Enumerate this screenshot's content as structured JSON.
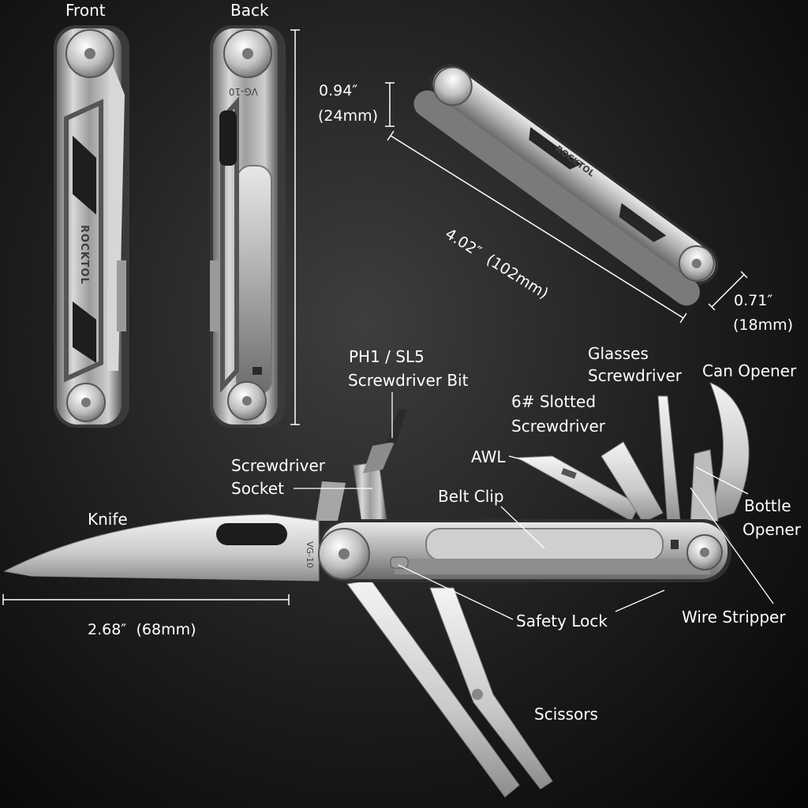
{
  "view_labels": {
    "front": "Front",
    "back": "Back"
  },
  "engravings": {
    "brand_vertical": "ROCKTOL",
    "brand_angled": "ROCKTOL",
    "steel_back": "VG-10",
    "steel_knife": "VG-10"
  },
  "dimensions": {
    "height_in": "0.94″",
    "height_mm": "(24mm)",
    "length": "4.02″  (102mm)",
    "width_in": "0.71″",
    "width_mm": "(18mm)",
    "blade": "2.68″  (68mm)"
  },
  "callouts": {
    "bit_line1": "PH1 / SL5",
    "bit_line2": "Screwdriver Bit",
    "glasses_line1": "Glasses",
    "glasses_line2": "Screwdriver",
    "can_opener": "Can Opener",
    "slotted_line1": "6# Slotted",
    "slotted_line2": "Screwdriver",
    "socket_line1": "Screwdriver",
    "socket_line2": "Socket",
    "awl": "AWL",
    "belt_clip": "Belt Clip",
    "bottle_line1": "Bottle",
    "bottle_line2": "Opener",
    "knife": "Knife",
    "safety_lock": "Safety Lock",
    "wire_stripper": "Wire Stripper",
    "scissors": "Scissors"
  },
  "colors": {
    "steel_light": "#e6e6e6",
    "steel_mid": "#a9a9a9",
    "steel_dark": "#5c5c5c",
    "text": "#ffffff"
  }
}
